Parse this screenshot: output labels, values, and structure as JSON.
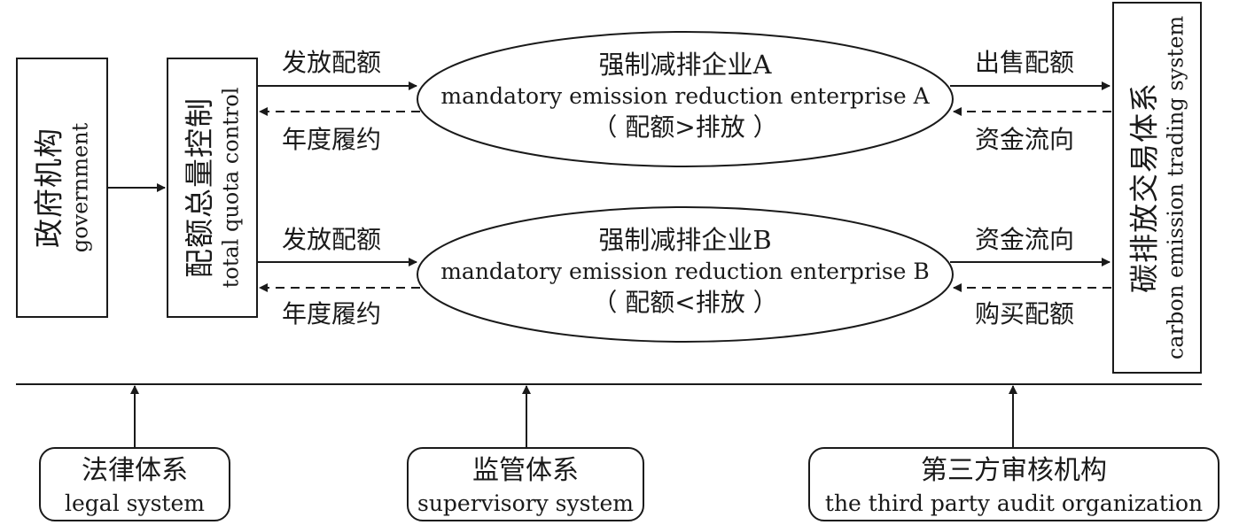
{
  "government": {
    "zh": "政府机构",
    "en": "government"
  },
  "quota_control": {
    "zh": "配额总量控制",
    "en": "total quota control"
  },
  "carbon_market": {
    "zh": "碳排放交易体系",
    "en": "carbon emission trading system"
  },
  "enterprise_a": {
    "zh": "强制减排企业A",
    "en": "mandatory emission reduction enterprise A",
    "condition": "（ 配额>排放 ）"
  },
  "enterprise_b": {
    "zh": "强制减排企业B",
    "en": "mandatory emission reduction enterprise B",
    "condition": "（ 配额<排放 ）"
  },
  "flows": {
    "issue_a": "发放配额",
    "comply_a": "年度履约",
    "sell_a": "出售配额",
    "fund_a": "资金流向",
    "issue_b": "发放配额",
    "comply_b": "年度履约",
    "fund_b": "资金流向",
    "buy_b": "购买配额"
  },
  "support": {
    "legal": {
      "zh": "法律体系",
      "en": "legal system"
    },
    "supervisory": {
      "zh": "监管体系",
      "en": "supervisory system"
    },
    "audit": {
      "zh": "第三方审核机构",
      "en": "the third party audit organization"
    }
  }
}
